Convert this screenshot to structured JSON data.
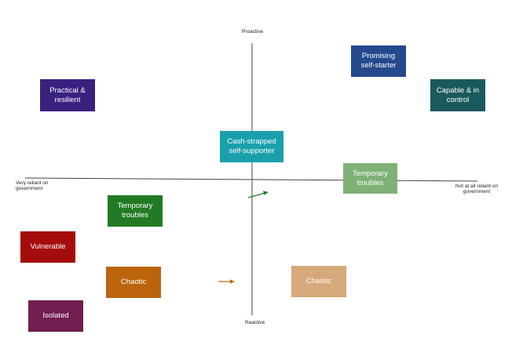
{
  "axes": {
    "top": "Proactive",
    "bottom": "Reactive",
    "left": "Very reliant on government",
    "right": "Not at all reliant on government"
  },
  "segments": {
    "promising_self_starter": {
      "label": "Promising self-starter",
      "color": "#24498d"
    },
    "practical_resilient": {
      "label": "Practical & resilient",
      "color": "#3a2180"
    },
    "capable_in_control": {
      "label": "Capable & in control",
      "color": "#1a5a5c"
    },
    "cash_strapped": {
      "label": "Cash-strapped self-supporter",
      "color": "#1aa0ac"
    },
    "temporary_troubles_light": {
      "label": "Temporary troubles",
      "color": "#7fb276"
    },
    "temporary_troubles_dark": {
      "label": "Temporary troubles",
      "color": "#237a24"
    },
    "vulnerable": {
      "label": "Vulnerable",
      "color": "#a50d0d"
    },
    "chaotic_dark": {
      "label": "Chaotic",
      "color": "#bb640c"
    },
    "chaotic_light": {
      "label": "Chaotic",
      "color": "#d6a87a"
    },
    "isolated": {
      "label": "Isolated",
      "color": "#721c4f"
    }
  },
  "colors": {
    "axis": "#444444",
    "arrow_green": "#237a24",
    "arrow_orange": "#bb640c"
  }
}
